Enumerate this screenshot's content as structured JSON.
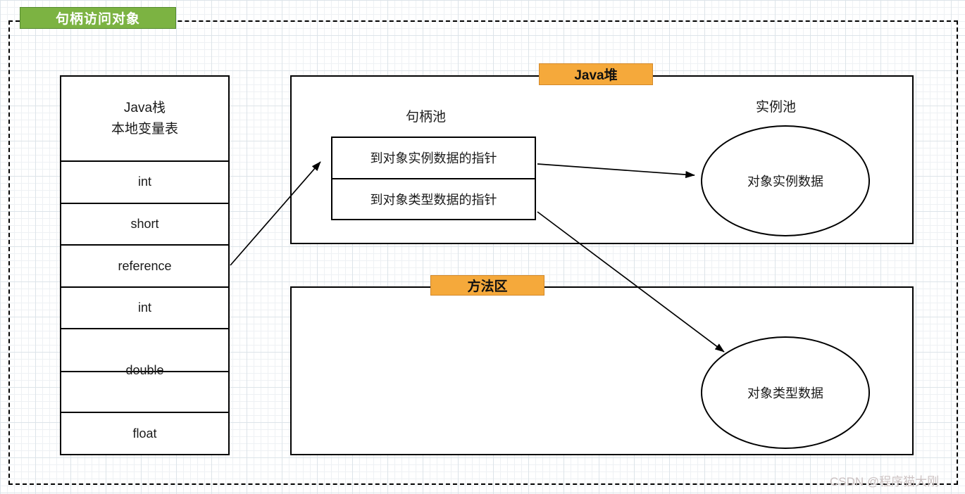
{
  "title": {
    "label": "句柄访问对象"
  },
  "stack": {
    "header_line1": "Java栈",
    "header_line2": "本地变量表",
    "rows": [
      "int",
      "short",
      "reference",
      "int",
      "double",
      "float"
    ]
  },
  "heap": {
    "label": "Java堆",
    "handle_pool": {
      "label": "句柄池",
      "rows": [
        "到对象实例数据的指针",
        "到对象类型数据的指针"
      ]
    },
    "instance_pool": {
      "label": "实例池",
      "ellipse_label": "对象实例数据"
    }
  },
  "method_area": {
    "label": "方法区",
    "ellipse_label": "对象类型数据"
  },
  "watermark": "CSDN @程序猫大刚",
  "colors": {
    "green_bg": "#7CB342",
    "green_border": "#558B2F",
    "orange_bg": "#F5A93B",
    "orange_border": "#D2882A",
    "line": "#000000",
    "watermark_color": "#CCC2C2"
  }
}
